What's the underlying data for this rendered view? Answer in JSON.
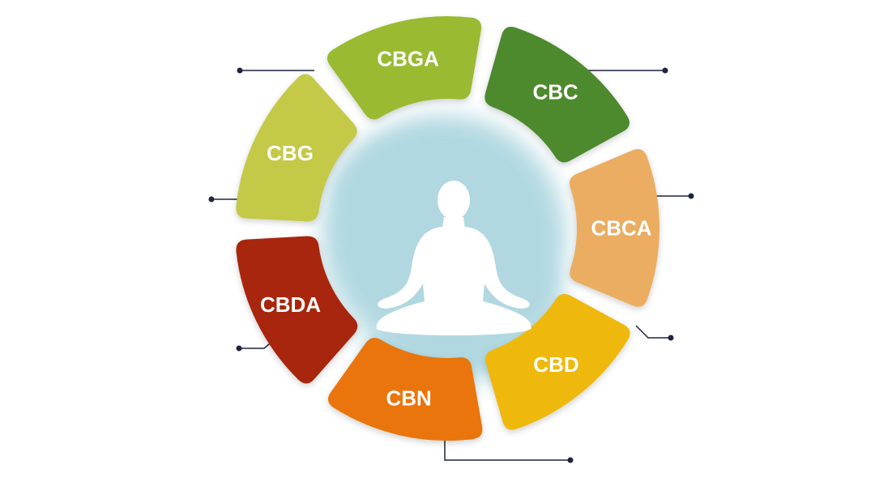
{
  "segments": [
    {
      "id": "cbga",
      "label": "CBGA",
      "color": "#9aba32"
    },
    {
      "id": "cbc",
      "label": "CBC",
      "color": "#4d8a2e"
    },
    {
      "id": "cbca",
      "label": "CBCA",
      "color": "#eaad62"
    },
    {
      "id": "cbd",
      "label": "CBD",
      "color": "#efb80e"
    },
    {
      "id": "cbn",
      "label": "CBN",
      "color": "#ea7410"
    },
    {
      "id": "cbda",
      "label": "CBDA",
      "color": "#a8270e"
    },
    {
      "id": "cbg",
      "label": "CBG",
      "color": "#c4c946"
    }
  ],
  "connector_color": "#1f2340",
  "watercolor_color": "#a9d4de",
  "figure_color": "#ffffff",
  "figure_icon": "meditation-figure-icon"
}
